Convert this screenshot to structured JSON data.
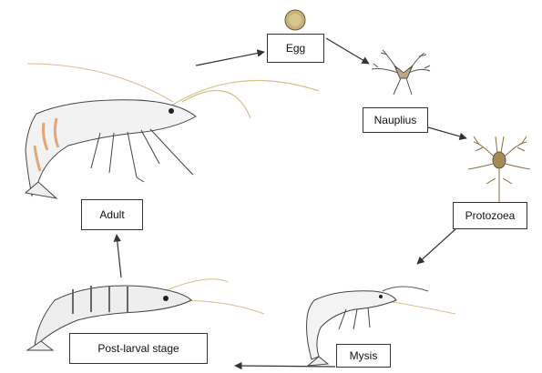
{
  "stages": {
    "egg": "Egg",
    "nauplius": "Nauplius",
    "protozoea": "Protozoea",
    "mysis": "Mysis",
    "post_larval": "Post-larval stage",
    "adult": "Adult"
  },
  "colors": {
    "arrow": "#333333",
    "egg_fill": "#c9b27a",
    "shrimp_outline": "#444444",
    "shrimp_band": "#e3a77a",
    "antenna": "#d6c08c"
  }
}
